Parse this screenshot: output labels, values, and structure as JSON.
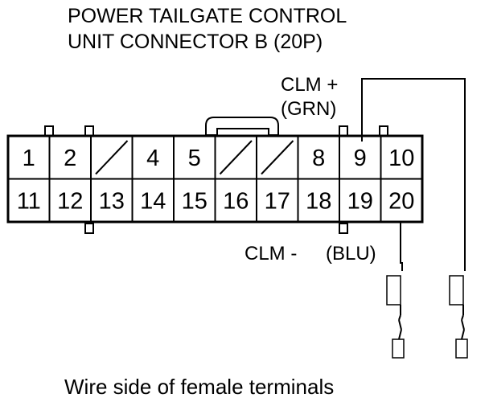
{
  "title": {
    "line1": "POWER TAILGATE CONTROL",
    "line2": "UNIT CONNECTOR B (20P)"
  },
  "connector": {
    "top_row": [
      "1",
      "2",
      "",
      "4",
      "5",
      "",
      "",
      "8",
      "9",
      "10"
    ],
    "bottom_row": [
      "11",
      "12",
      "13",
      "14",
      "15",
      "16",
      "17",
      "18",
      "19",
      "20"
    ]
  },
  "labels": {
    "clm_plus": "CLM +",
    "clm_plus_color": "(GRN)",
    "clm_minus": "CLM -",
    "clm_minus_color": "(BLU)"
  },
  "footer": "Wire side of female terminals"
}
